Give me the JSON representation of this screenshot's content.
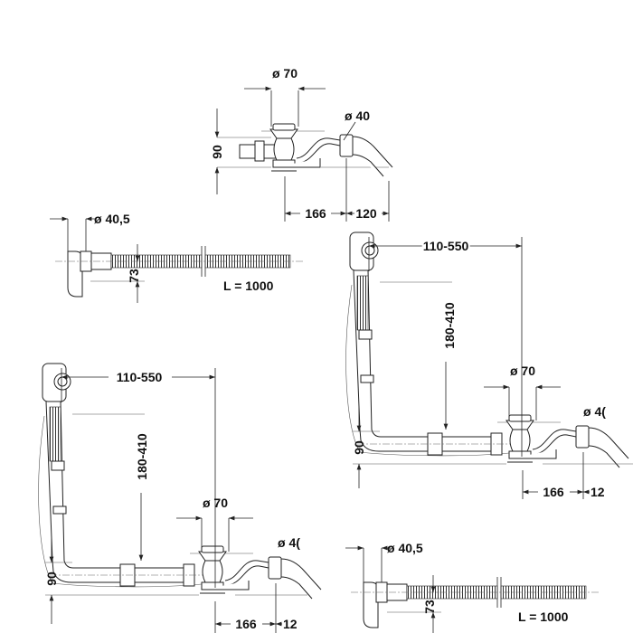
{
  "drawing": {
    "top_set": {
      "drain_diameter": "ø 70",
      "overflow_diameter": "ø 40",
      "height": "90",
      "offset_a": "166",
      "offset_b": "120"
    },
    "hose_left": {
      "diameter": "ø 40,5",
      "height": "73",
      "length": "L = 1000"
    },
    "set_right": {
      "horizontal_range": "110-550",
      "vertical_range": "180-410",
      "drain_diameter": "ø 70",
      "overflow_diameter": "ø 4(",
      "height": "90",
      "offset_a": "166",
      "offset_b": "12"
    },
    "set_bottom_left": {
      "horizontal_range": "110-550",
      "vertical_range": "180-410",
      "drain_diameter": "ø 70",
      "overflow_diameter": "ø 4(",
      "height": "90",
      "offset_a": "166",
      "offset_b": "12"
    },
    "hose_right": {
      "diameter": "ø 40,5",
      "height": "73",
      "length": "L = 1000"
    }
  }
}
